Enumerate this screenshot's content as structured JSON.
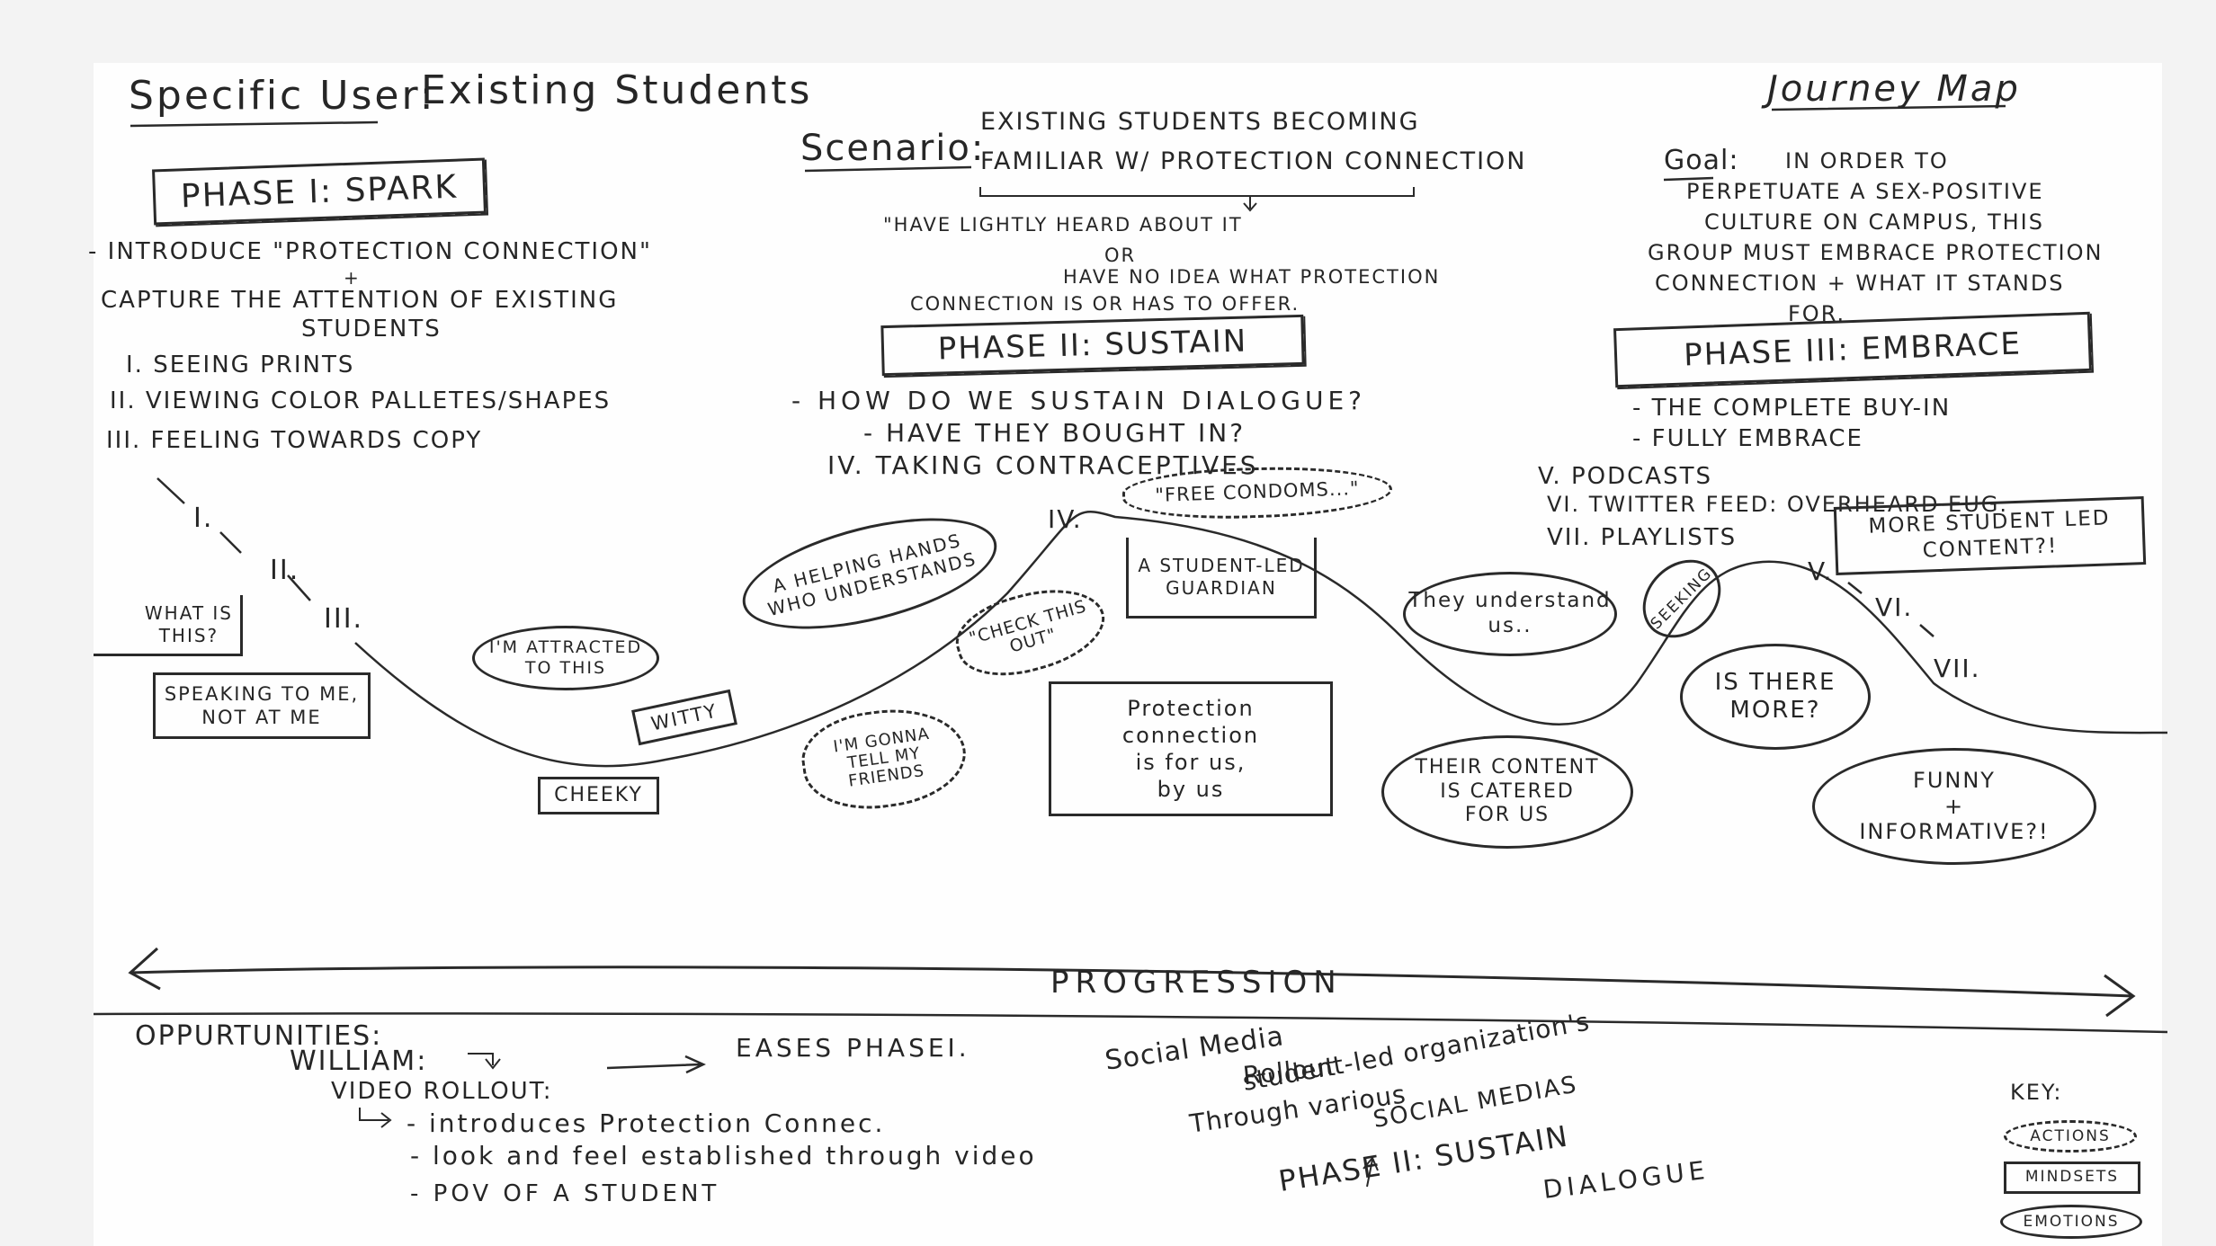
{
  "header": {
    "user_label": "Specific User:",
    "user_value": "Existing Students",
    "map_title": "Journey Map",
    "scenario_label": "Scenario:",
    "scenario_line1": "Existing Students Becoming",
    "scenario_line2": "Familiar w/ Protection Connection",
    "scenario_note1": "\"Have lightly heard about it",
    "scenario_note_or": "or",
    "scenario_note2": "Have no idea what protection",
    "scenario_note3": "connection is or has to offer.",
    "goal_label": "Goal:",
    "goal_line1": "In order to",
    "goal_line2": "perpetuate a sex-positive",
    "goal_line3": "culture on campus, this",
    "goal_line4": "group must embrace Protection",
    "goal_line5": "Connection + what it stands",
    "goal_line6": "for."
  },
  "phase1": {
    "title": "Phase I: Spark",
    "bullet1": "- Introduce \"Protection Connection\"",
    "plus": "+",
    "bullet2": "Capture the attention of existing",
    "bullet2b": "students",
    "item1": "I. Seeing prints",
    "item2": "II. Viewing color palletes/shapes",
    "item3": "III. Feeling towards copy"
  },
  "phase2": {
    "title": "Phase II: Sustain",
    "bullet1": "- How do we sustain dialogue?",
    "bullet2": "- Have they bought in?",
    "item4": "IV. Taking contraceptives"
  },
  "phase3": {
    "title": "Phase III: Embrace",
    "bullet1": "- The complete buy-in",
    "bullet2": "- Fully embrace",
    "item5": "V. Podcasts",
    "item6": "VI. Twitter Feed: Overheard Eug.",
    "item7": "VII. Playlists"
  },
  "curve_points": {
    "p1": "I.",
    "p2": "II.",
    "p3": "III.",
    "p4": "IV.",
    "p5": "V.",
    "p6": "VI.",
    "p7": "VII."
  },
  "annotations": {
    "what_is_this": "What is\nthis?",
    "speaking_to_me": "Speaking to me,\nnot at me",
    "attracted": "I'm attracted\nto this",
    "witty": "Witty",
    "cheeky": "Cheeky",
    "helping_hands": "A helping hands\nwho understands",
    "check_this_out": "\"Check this\nout\"",
    "gonna_tell": "I'm gonna\ntell my\nfriends",
    "free_condoms": "\"Free condoms...\"",
    "student_guardian": "A student-led\nguardian",
    "for_us_by_us": "Protection\nconnection\nis for us,\nby us",
    "they_understand": "They understand\nus..",
    "content_catered": "Their content\nis catered\nfor us",
    "seeking": "Seeking",
    "is_there_more": "Is there\nmore?",
    "more_student_content": "More student led\ncontent?!",
    "funny_informative": "Funny\n+\nInformative?!"
  },
  "progression": {
    "label": "Progression"
  },
  "opportunities": {
    "title": "Oppurtunities:",
    "line1": "William:",
    "line2": "Video Rollout:",
    "eases": "Eases PhaseI.",
    "line3": "- introduces Protection Connec.",
    "line4": "- look and feel established through video",
    "line5": "- POV of a student",
    "social1": "Social Media",
    "social2": "Rollout",
    "social3": "Through various",
    "social4": "student-led organization's",
    "social5": "social medias",
    "phase2_title": "Phase II: Sustain",
    "phase2_dialogue": "dialogue"
  },
  "key": {
    "title": "Key:",
    "actions": "Actions",
    "mindsets": "Mindsets",
    "emotions": "Emotions"
  }
}
